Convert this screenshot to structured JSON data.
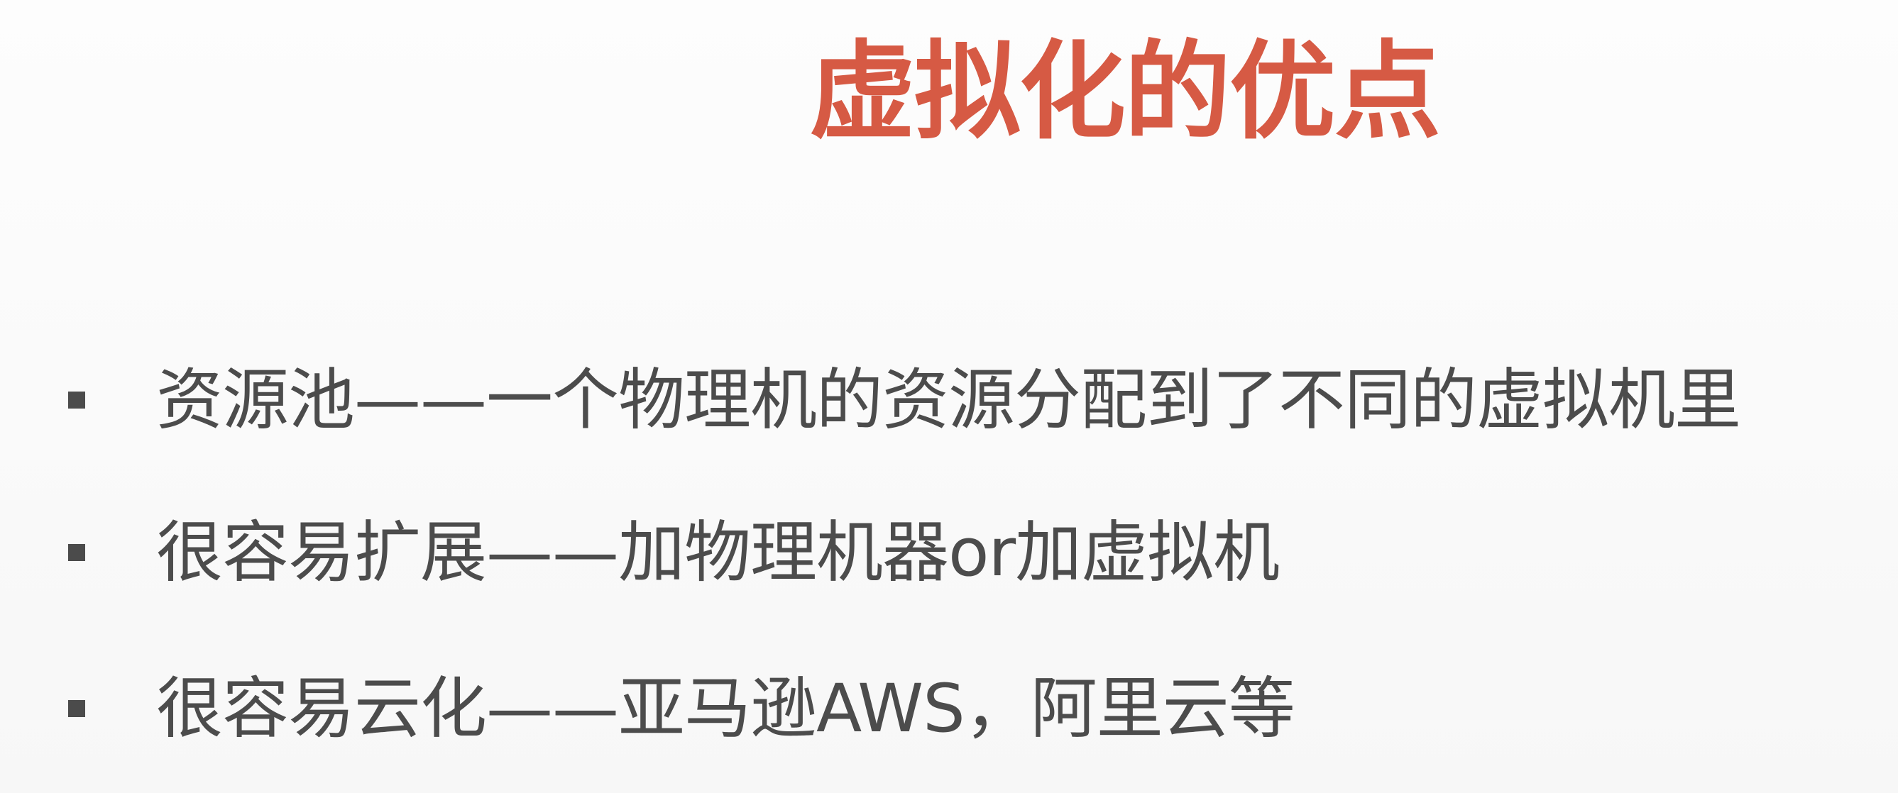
{
  "slide": {
    "title": "虚拟化的优点",
    "bullets": [
      "资源池——一个物理机的资源分配到了不同的虚拟机里",
      "很容易扩展——加物理机器or加虚拟机",
      "很容易云化——亚马逊AWS，阿里云等"
    ],
    "colors": {
      "title": "#d65a44",
      "text": "#4c4c4c",
      "background": "#fbfbfb"
    }
  }
}
